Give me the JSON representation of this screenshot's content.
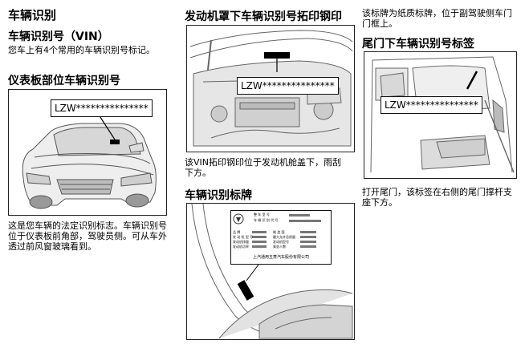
{
  "col1": {
    "title": "车辆识别",
    "vin_heading": "车辆识别号（VIN）",
    "vin_desc": "您车上有4个常用的车辆识别号标记。",
    "dash_heading": "仪表板部位车辆识别号",
    "dash_callout": "LZW***************",
    "dash_desc": "这是您车辆的法定识别标志。车辆识别号位于仪表板前角部，驾驶员侧。可从车外透过前风窗玻璃看到。"
  },
  "col2": {
    "engine_heading": "发动机罩下车辆识别号拓印钢印",
    "engine_callout": "LZW***************",
    "engine_desc": "该VIN拓印钢印位于发动机舱盖下，雨刮下方。",
    "plate_heading": "车辆识别标牌",
    "plate_labels": [
      "整 车 型 号",
      "车 辆 识 别 代 号",
      "品      牌",
      "发 动 机 型 号",
      "发动机排量",
      "发动机功率",
      "制 造 国",
      "最大允许总质量",
      "发动机型号",
      "乘坐人数"
    ],
    "plate_footer": "上汽通用五菱汽车股份有限公司"
  },
  "col3": {
    "plate_desc": "该标牌为纸质标牌，位于副驾驶侧车门门框上。",
    "tailgate_heading": "尾门下车辆识别号标签",
    "tailgate_callout": "LZW***************",
    "tailgate_desc": "打开尾门，该标签在右侧的尾门撑杆支座下方。"
  }
}
